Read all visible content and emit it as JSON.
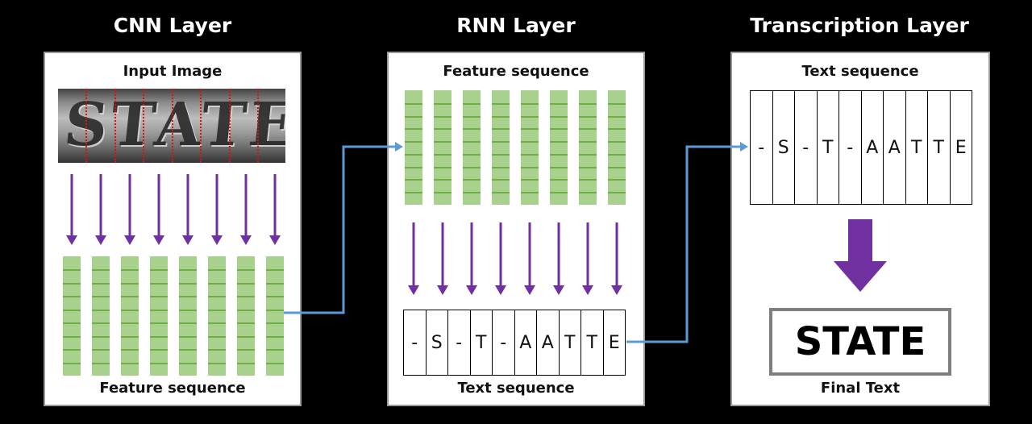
{
  "layers": {
    "cnn": {
      "title": "CNN Layer",
      "input_label": "Input Image",
      "input_image_word": "STATE",
      "feature_label": "Feature sequence"
    },
    "rnn": {
      "title": "RNN Layer",
      "feature_label": "Feature sequence",
      "text_label": "Text sequence",
      "text_sequence": [
        "-",
        "S",
        "-",
        "T",
        "-",
        "A",
        "A",
        "T",
        "T",
        "E"
      ]
    },
    "transcription": {
      "title": "Transcription Layer",
      "text_label": "Text sequence",
      "text_sequence": [
        "-",
        "S",
        "-",
        "T",
        "-",
        "A",
        "A",
        "T",
        "T",
        "E"
      ],
      "final_text": "STATE",
      "final_label": "Final Text"
    }
  },
  "colors": {
    "feature_fill": "#a9d18e",
    "feature_tick": "#70ad47",
    "arrow_purple": "#7030a0",
    "connector_blue": "#5b9bd5",
    "dash_red": "#e01010"
  }
}
